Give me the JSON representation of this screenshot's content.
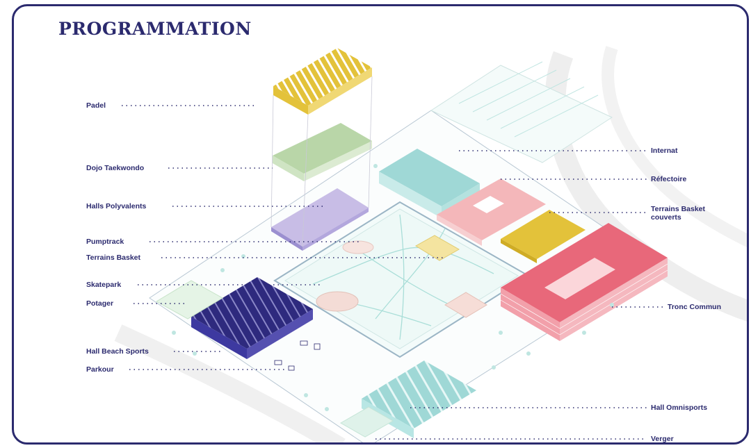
{
  "title": "PROGRAMMATION",
  "labels_left": [
    {
      "key": "padel",
      "text": "Padel"
    },
    {
      "key": "dojo",
      "text": "Dojo Taekwondo"
    },
    {
      "key": "halls",
      "text": "Halls Polyvalents"
    },
    {
      "key": "pumptrack",
      "text": "Pumptrack"
    },
    {
      "key": "terrains_basket",
      "text": "Terrains Basket"
    },
    {
      "key": "skatepark",
      "text": "Skatepark"
    },
    {
      "key": "potager",
      "text": "Potager"
    },
    {
      "key": "beach",
      "text": "Hall Beach Sports"
    },
    {
      "key": "parkour",
      "text": "Parkour"
    }
  ],
  "labels_right": [
    {
      "key": "internat",
      "text": "Internat"
    },
    {
      "key": "refectoire",
      "text": "Réfectoire"
    },
    {
      "key": "basket_couverts",
      "text": "Terrains Basket couverts"
    },
    {
      "key": "tronc",
      "text": "Tronc Commun"
    },
    {
      "key": "omnisports",
      "text": "Hall Omnisports"
    },
    {
      "key": "verger",
      "text": "Verger"
    }
  ],
  "colors": {
    "frame": "#2b2a6e",
    "label": "#2b2a6e",
    "padel": "#e3c23a",
    "dojo": "#b9d6a8",
    "halls": "#c8bde6",
    "internat": "#9fd8d6",
    "refectoire": "#f4b7ba",
    "basket_couverts": "#e3c23a",
    "tronc": "#e8687a",
    "beach": "#2e2a7e",
    "omnisports": "#9fd8d6",
    "park": "#cfeee9"
  }
}
